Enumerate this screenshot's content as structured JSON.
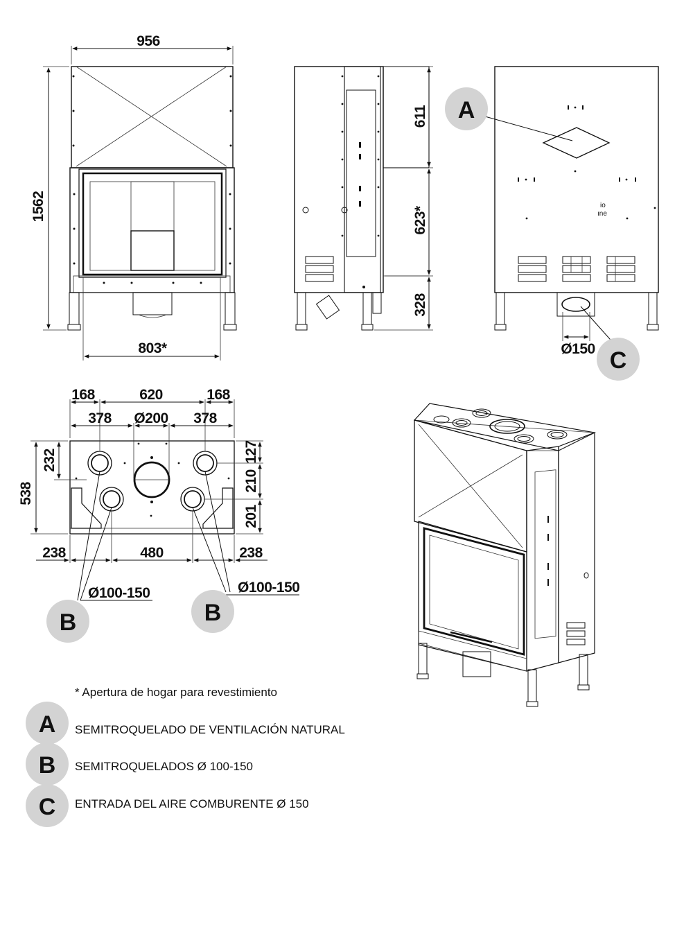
{
  "front_view": {
    "width_label": "956",
    "height_label": "1562",
    "opening_label": "803*"
  },
  "side_view": {
    "dim_top": "611",
    "dim_mid": "623*",
    "dim_bottom": "328"
  },
  "back_view": {
    "diameter_label": "Ø150"
  },
  "top_view": {
    "dim_168_left": "168",
    "dim_620": "620",
    "dim_168_right": "168",
    "dim_378_left": "378",
    "dim_200": "Ø200",
    "dim_378_right": "378",
    "dim_232": "232",
    "dim_538": "538",
    "dim_127": "127",
    "dim_210": "210",
    "dim_201": "201",
    "dim_238_left": "238",
    "dim_480": "480",
    "dim_238_right": "238",
    "diam_left": "Ø100-150",
    "diam_right": "Ø100-150"
  },
  "badges": {
    "a": "A",
    "b": "B",
    "c": "C"
  },
  "legend": {
    "note": "* Apertura de hogar para revestimiento",
    "a_text": "SEMITROQUELADO DE VENTILACIÓN NATURAL",
    "b_text": "SEMITROQUELADOS Ø 100-150",
    "c_text": "ENTRADA DEL AIRE COMBURENTE  Ø 150"
  },
  "colors": {
    "badge_fill": "#d3d3d3",
    "line": "#111111"
  }
}
